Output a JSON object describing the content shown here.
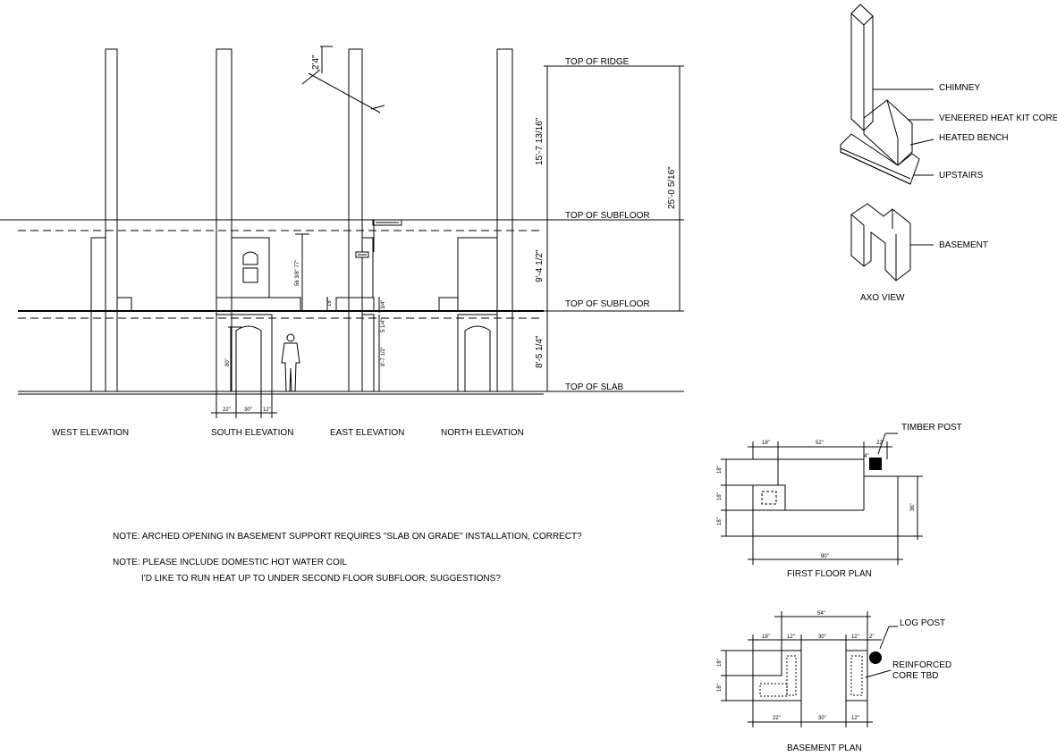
{
  "levels": {
    "top_of_ridge": "TOP OF RIDGE",
    "top_of_subfloor_upper": "TOP OF SUBFLOOR",
    "top_of_subfloor_lower": "TOP OF SUBFLOOR",
    "top_of_slab": "TOP OF SLAB"
  },
  "dimensions": {
    "ridge_to_subfloor": "15'-7 13/16\"",
    "subfloor_to_subfloor": "9'-4 1/2\"",
    "subfloor_to_slab": "8'-5 1/4\"",
    "overall": "25'-0 5/16\"",
    "chimney_cap": "2'4\"",
    "south_a": "22\"",
    "south_b": "30\"",
    "south_c": "12\"",
    "south_height": "56 3/8\" 77\"",
    "small_a": "18\"",
    "small_b": "5 1/4\"",
    "small_c": "3/4\"",
    "door_h": "80\"",
    "east_h": "8'-7 1/2\"",
    "ff_18": "18\"",
    "ff_52": "52\"",
    "ff_22": "22\"",
    "ff_4": "4\"",
    "ff_l1": "18\"",
    "ff_l2": "18\"",
    "ff_l3": "18\"",
    "ff_36": "36\"",
    "ff_90": "90\"",
    "bp_54": "54\"",
    "bp_18": "18\"",
    "bp_12a": "12\"",
    "bp_30a": "30\"",
    "bp_12b": "12\"",
    "bp_2": "2\"",
    "bp_l1": "18\"",
    "bp_l2": "18\"",
    "bp_22": "22\"",
    "bp_30b": "30\"",
    "bp_12c": "12\""
  },
  "elevations": {
    "west": "WEST ELEVATION",
    "south": "SOUTH ELEVATION",
    "east": "EAST ELEVATION",
    "north": "NORTH ELEVATION"
  },
  "axo": {
    "chimney": "CHIMNEY",
    "core": "VENEERED HEAT KIT CORE",
    "bench": "HEATED BENCH",
    "upstairs": "UPSTAIRS",
    "basement": "BASEMENT",
    "title": "AXO VIEW"
  },
  "first_floor": {
    "timber_post": "TIMBER POST",
    "title": "FIRST FLOOR PLAN"
  },
  "basement_plan": {
    "log_post": "LOG POST",
    "core_line1": "REINFORCED",
    "core_line2": "CORE TBD",
    "title": "BASEMENT PLAN"
  },
  "notes": {
    "note1": "NOTE: ARCHED OPENING IN BASEMENT SUPPORT REQUIRES \"SLAB ON GRADE\" INSTALLATION, CORRECT?",
    "note2": "NOTE: PLEASE INCLUDE DOMESTIC HOT WATER COIL",
    "note3": "I'D LIKE TO RUN HEAT UP TO UNDER SECOND FLOOR SUBFLOOR; SUGGESTIONS?"
  }
}
